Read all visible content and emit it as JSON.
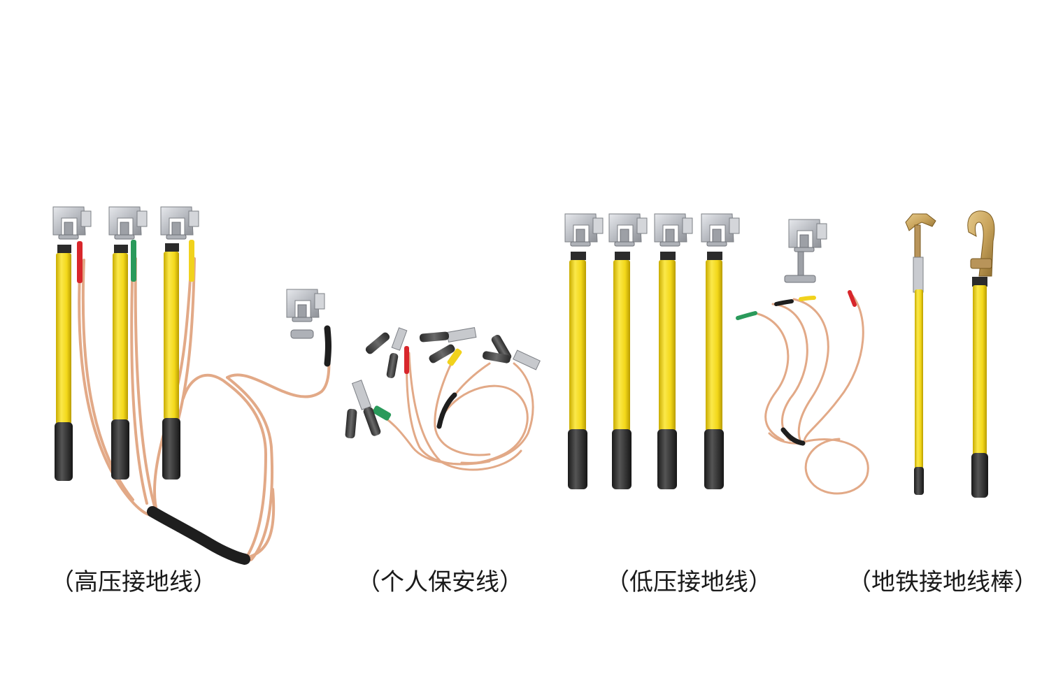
{
  "products": [
    {
      "id": "high-voltage",
      "caption": "（高压接地线）"
    },
    {
      "id": "personal-safety",
      "caption": "（个人保安线）"
    },
    {
      "id": "low-voltage",
      "caption": "（低压接地线）"
    },
    {
      "id": "ground-rod",
      "caption": "（地铁接地线棒）"
    }
  ],
  "colors": {
    "pole_yellow": "#f3d81a",
    "handle_black": "#2b2b2b",
    "copper_wire": "#e2a987",
    "clamp_silver": "#c9cbd0",
    "brass_hook": "#c9a45c",
    "sleeve_red": "#d8262b",
    "sleeve_green": "#2a9a5b",
    "sleeve_yellow": "#f1d21c",
    "sleeve_black": "#1e1e1e"
  }
}
